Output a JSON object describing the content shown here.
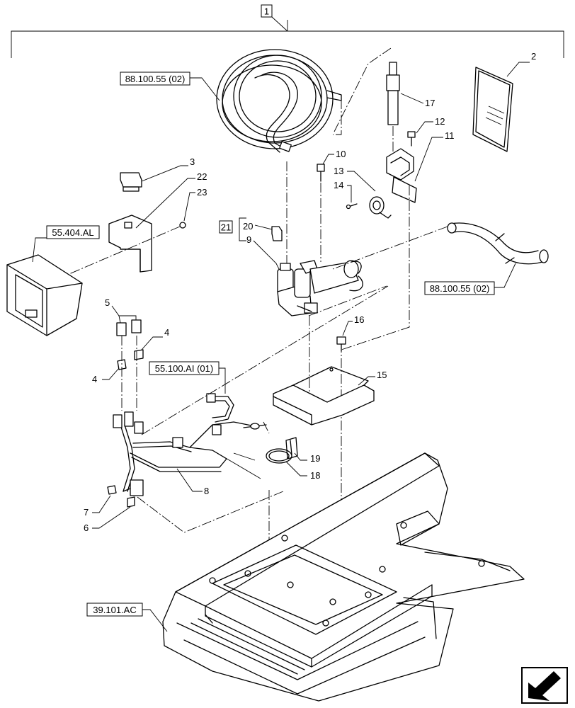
{
  "main_callout": "1",
  "kit_callout": "21",
  "part_numbers": {
    "p2": "2",
    "p3": "3",
    "p4a": "4",
    "p4b": "4",
    "p5": "5",
    "p6": "6",
    "p7": "7",
    "p8": "8",
    "p9": "9",
    "p10": "10",
    "p11": "11",
    "p12": "12",
    "p13": "13",
    "p14": "14",
    "p15": "15",
    "p16": "16",
    "p17": "17",
    "p18": "18",
    "p19": "19",
    "p20": "20",
    "p22": "22",
    "p23": "23"
  },
  "references": {
    "hose_top": "88.100.55 (02)",
    "hose_right": "88.100.55 (02)",
    "cover": "55.404.AL",
    "harness": "55.100.AI (01)",
    "frame": "39.101.AC"
  },
  "icons": {
    "nav": "next-page-arrow-icon"
  }
}
